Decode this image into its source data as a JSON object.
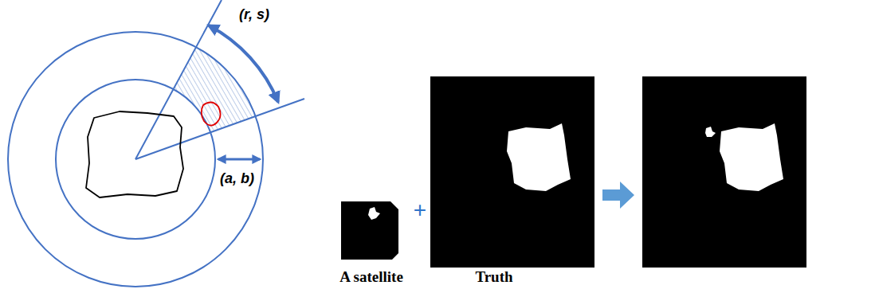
{
  "diagram": {
    "labels": [
      "(r, s)",
      "(a, b)",
      "+",
      "A satellite",
      "Truth"
    ]
  }
}
